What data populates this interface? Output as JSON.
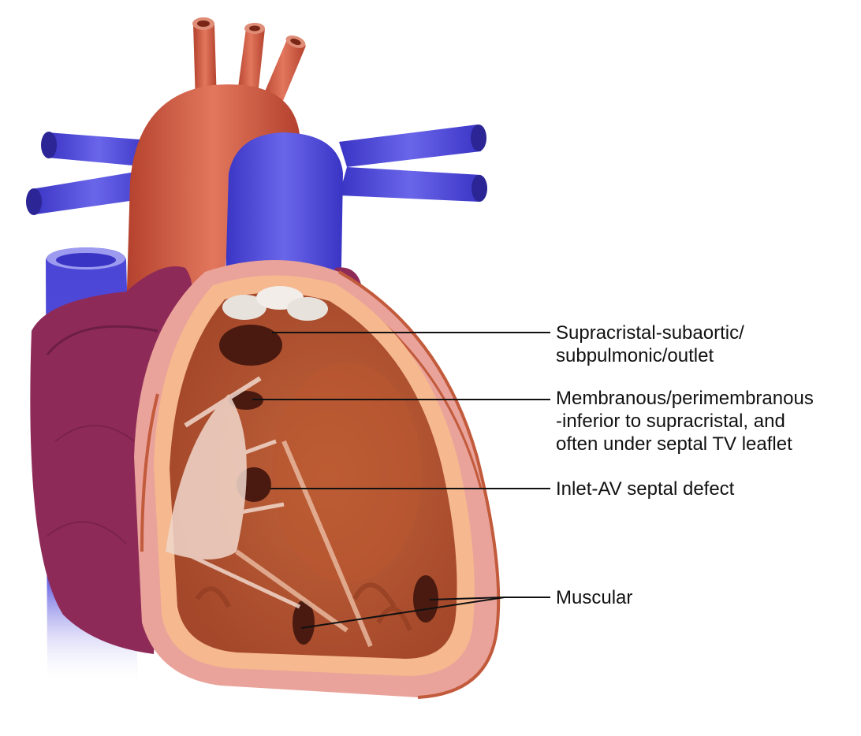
{
  "labels": {
    "supracristal": [
      "Supracristal-subaortic/",
      "subpulmonic/outlet"
    ],
    "membranous": [
      "Membranous/perimembranous",
      "-inferior to supracristal, and",
      "often under septal TV leaflet"
    ],
    "inlet": [
      "Inlet-AV septal defect"
    ],
    "muscular": [
      "Muscular"
    ]
  },
  "colors": {
    "vein_blue": "#4b45d6",
    "artery_red": "#c9553f",
    "atrium_purple": "#8e2a58",
    "myocardium_pink": "#e9a39a",
    "cavity_brown": "#b85b34",
    "leader_line": "#111111"
  }
}
